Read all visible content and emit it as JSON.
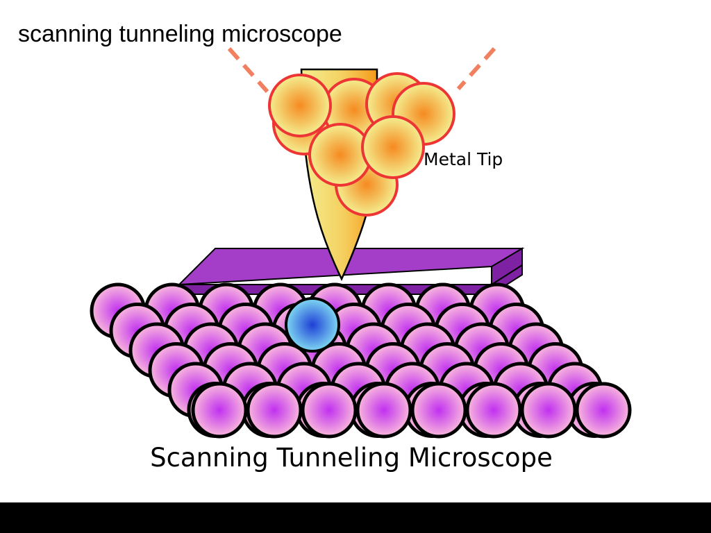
{
  "title": "scanning tunneling microscope",
  "diagram": {
    "tip_label": "Metal Tip",
    "caption": "Scanning Tunneling Microscope"
  },
  "colors": {
    "beam": "#f08060",
    "tip_light": "#f2ee90",
    "tip_dark": "#f5a020",
    "tip_atom_outline": "#ee3535",
    "tip_atom_center": "#f58a20",
    "tip_atom_edge": "#f4ee90",
    "platform_top": "#a43ec8",
    "platform_side": "#7e22a3",
    "surface_atom_center": "#c030f0",
    "surface_atom_edge": "#f9b8dc",
    "adatom_center": "#1e3fd6",
    "adatom_edge": "#7fd8f2"
  }
}
